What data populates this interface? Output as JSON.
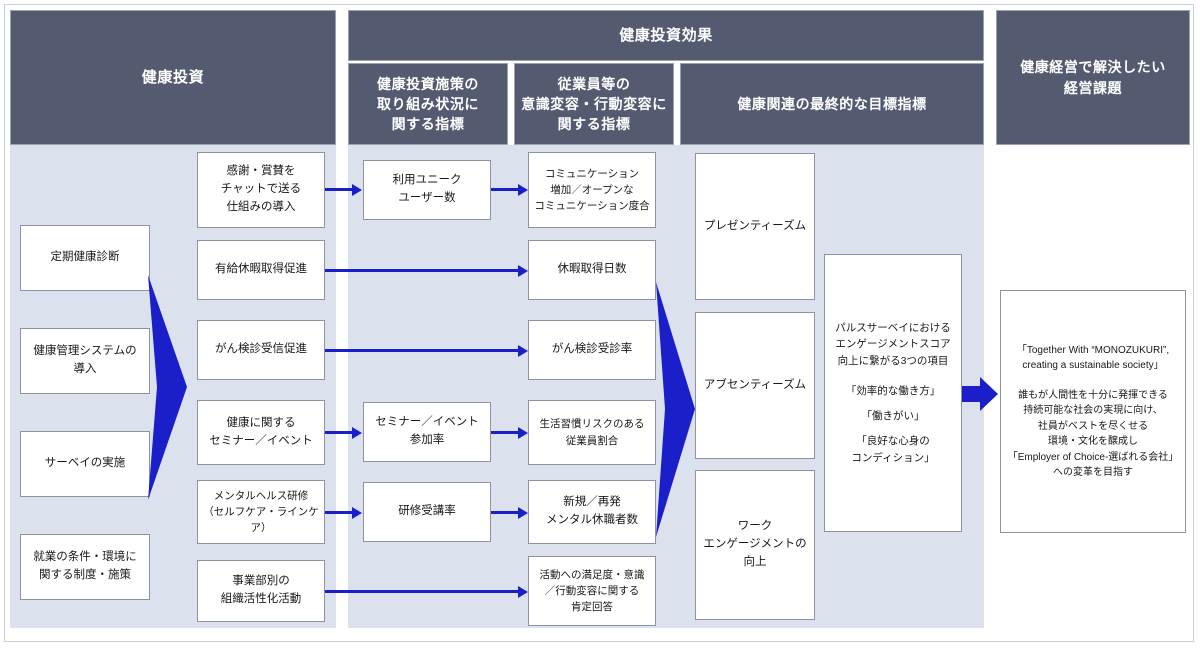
{
  "diagram": {
    "title_columns": {
      "investment": "健康投資",
      "effect_group": "健康投資効果",
      "effect_sub_1": "健康投資施策の\n取り組み状況に\n関する指標",
      "effect_sub_2": "従業員等の\n意識変容・行動変容に\n関する指標",
      "effect_sub_3": "健康関連の最終的な目標指標",
      "management_issue": "健康経営で解決したい\n経営課題"
    },
    "investment_items": [
      {
        "label": "定期健康診断"
      },
      {
        "label": "健康管理システムの\n導入"
      },
      {
        "label": "サーベイの実施"
      },
      {
        "label": "就業の条件・環境に\n関する制度・施策"
      }
    ],
    "measures": [
      {
        "label": "感謝・賞賛を\nチャットで送る\n仕組みの導入"
      },
      {
        "label": "有給休暇取得促進"
      },
      {
        "label": "がん検診受信促進"
      },
      {
        "label": "健康に関する\nセミナー／イベント"
      },
      {
        "label": "メンタルヘルス研修\n（セルフケア・ラインケア）"
      },
      {
        "label": "事業部別の\n組織活性化活動"
      }
    ],
    "status_indicators": [
      {
        "label": "利用ユニーク\nユーザー数"
      },
      {
        "label": "セミナー／イベント\n参加率"
      },
      {
        "label": "研修受講率"
      }
    ],
    "behavior_indicators": [
      {
        "label": "コミュニケーション\n増加／オープンな\nコミュニケーション度合"
      },
      {
        "label": "休暇取得日数"
      },
      {
        "label": "がん検診受診率"
      },
      {
        "label": "生活習慣リスクのある\n従業員割合"
      },
      {
        "label": "新規／再発\nメンタル休職者数"
      },
      {
        "label": "活動への満足度・意識\n／行動変容に関する\n肯定回答"
      }
    ],
    "final_goals": [
      {
        "label": "プレゼンティーズム"
      },
      {
        "label": "アブセンティーズム"
      },
      {
        "label": "ワーク\nエンゲージメントの\n向上"
      }
    ],
    "pulse_survey": {
      "lead": "パルスサーベイにおける\nエンゲージメントスコア\n向上に繋がる3つの項目",
      "item_1": "「効率的な働き方」",
      "item_2": "「働きがい」",
      "item_3": "「良好な心身の\nコンディション」"
    },
    "management_issue_box": {
      "quote": "「Together With “MONOZUKURI”,\ncreating a sustainable society」",
      "body": "誰もが人間性を十分に発揮できる\n持続可能な社会の実現に向け、\n社員がベストを尽くせる\n環境・文化を醸成し\n「Employer of Choice-選ばれる会社」\nへの変革を目指す"
    },
    "colors": {
      "header_bg": "#545b70",
      "panel_bg": "#dbe2ee",
      "arrow_blue": "#1b1fc9",
      "box_border": "#8d93a5",
      "page_bg": "#ffffff"
    }
  }
}
